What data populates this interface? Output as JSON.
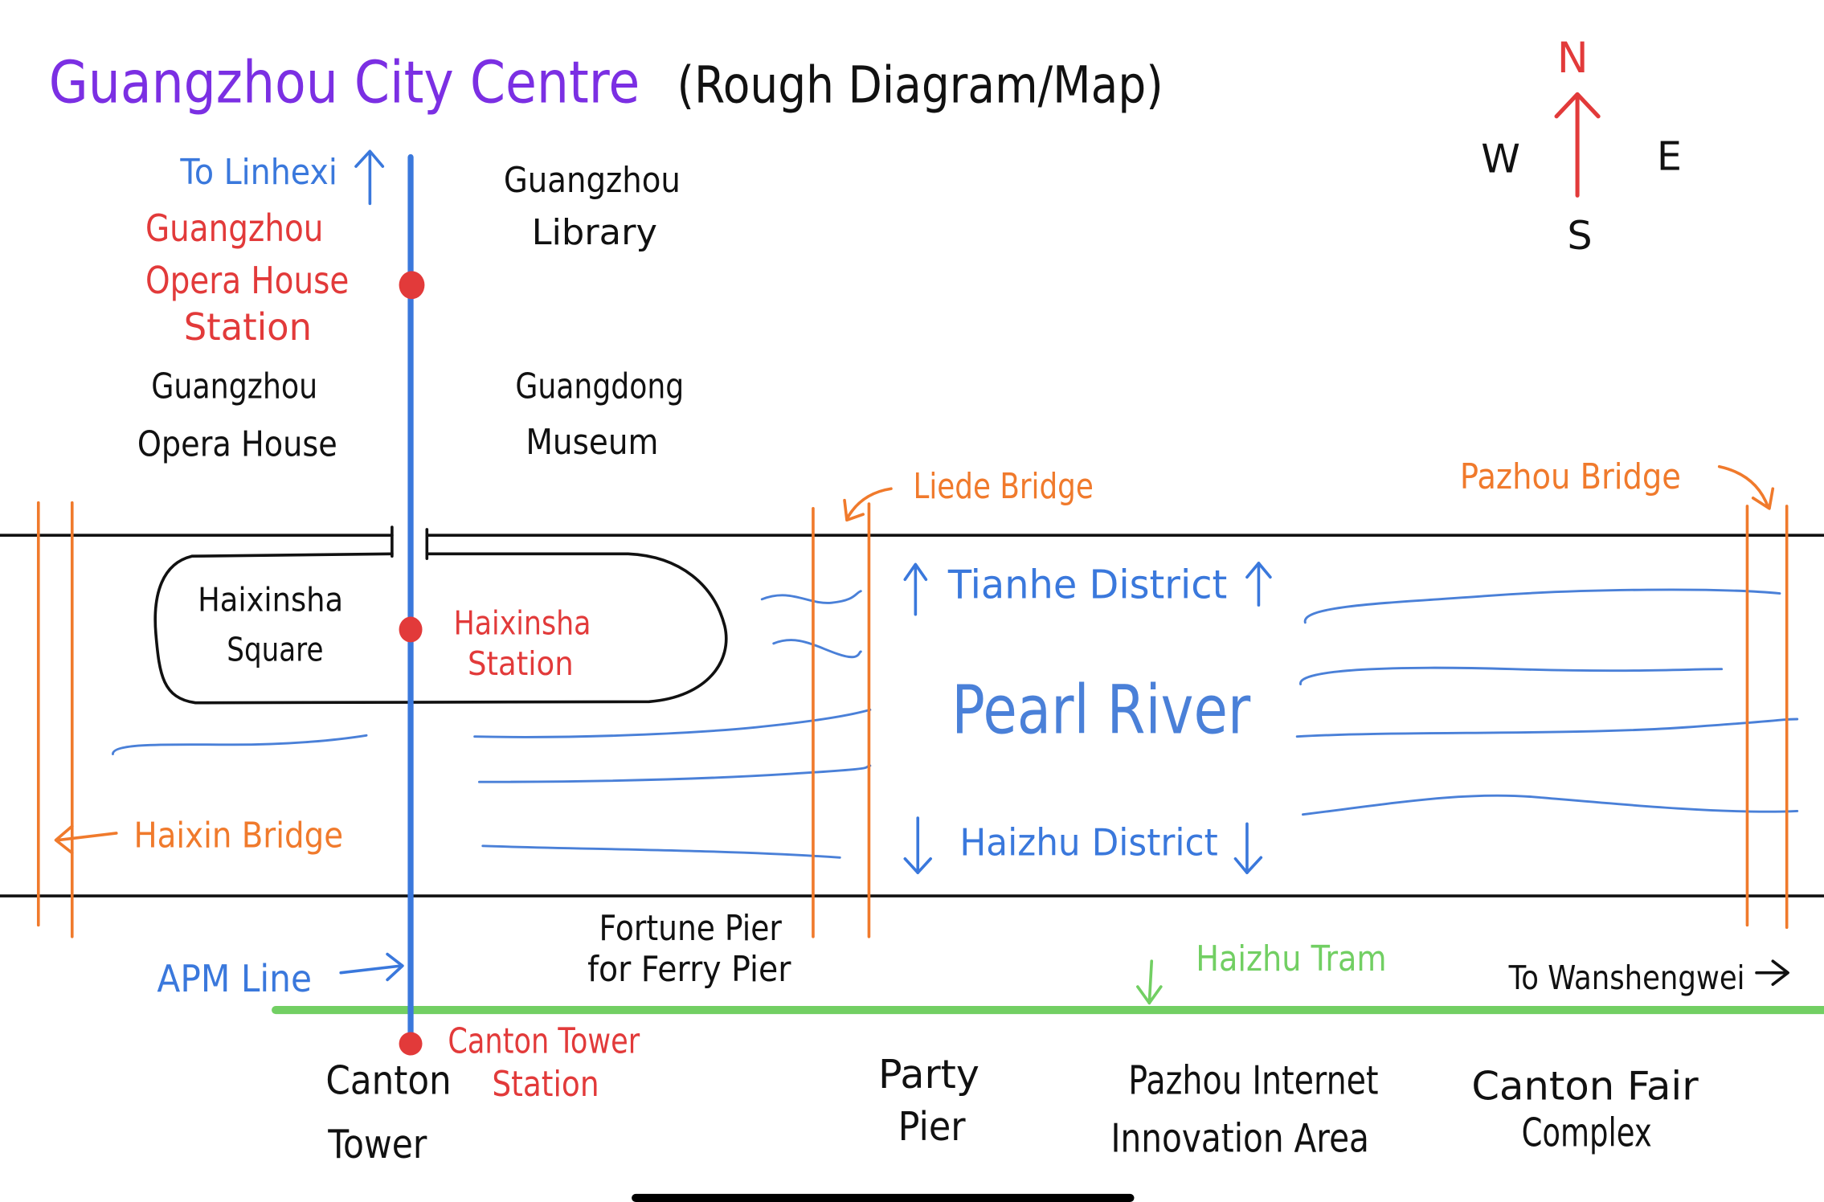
{
  "title": {
    "main": "Guangzhou City Centre",
    "subtitle": "(Rough Diagram/Map)"
  },
  "compass": {
    "north": "N",
    "west": "W",
    "east": "E",
    "south": "S",
    "icon": "north-arrow-icon"
  },
  "colors": {
    "title": "#7b2fe3",
    "ink": "#111111",
    "apm": "#3a78dc",
    "water": "#4a80d8",
    "station": "#e23a3a",
    "bridge": "#f07a2c",
    "tram": "#72cf63",
    "background": "#ffffff"
  },
  "lines": {
    "apm": {
      "label": "APM Line",
      "north_terminus": "To Linhexi"
    },
    "tram": {
      "label": "Haizhu Tram",
      "east_terminus": "To Wanshengwei"
    }
  },
  "stations": {
    "opera_house": [
      "Guangzhou",
      "Opera House",
      "Station"
    ],
    "haixinsha": [
      "Haixinsha",
      "Station"
    ],
    "canton_tower": [
      "Canton Tower",
      "Station"
    ]
  },
  "landmarks": {
    "library": [
      "Guangzhou",
      "Library"
    ],
    "opera_house": [
      "Guangzhou",
      "Opera House"
    ],
    "museum": [
      "Guangdong",
      "Museum"
    ],
    "haixinsha_square": [
      "Haixinsha",
      "Square"
    ],
    "fortune_pier": [
      "Fortune Pier",
      "for Ferry Pier"
    ],
    "canton_tower": [
      "Canton",
      "Tower"
    ],
    "party_pier": [
      "Party",
      "Pier"
    ],
    "pazhou_area": [
      "Pazhou Internet",
      "Innovation Area"
    ],
    "canton_fair": [
      "Canton Fair",
      "Complex"
    ]
  },
  "bridges": {
    "haixin": "Haixin Bridge",
    "liede": "Liede Bridge",
    "pazhou": "Pazhou Bridge"
  },
  "river": {
    "name": "Pearl River",
    "north_bank": "Tianhe District",
    "south_bank": "Haizhu District"
  }
}
